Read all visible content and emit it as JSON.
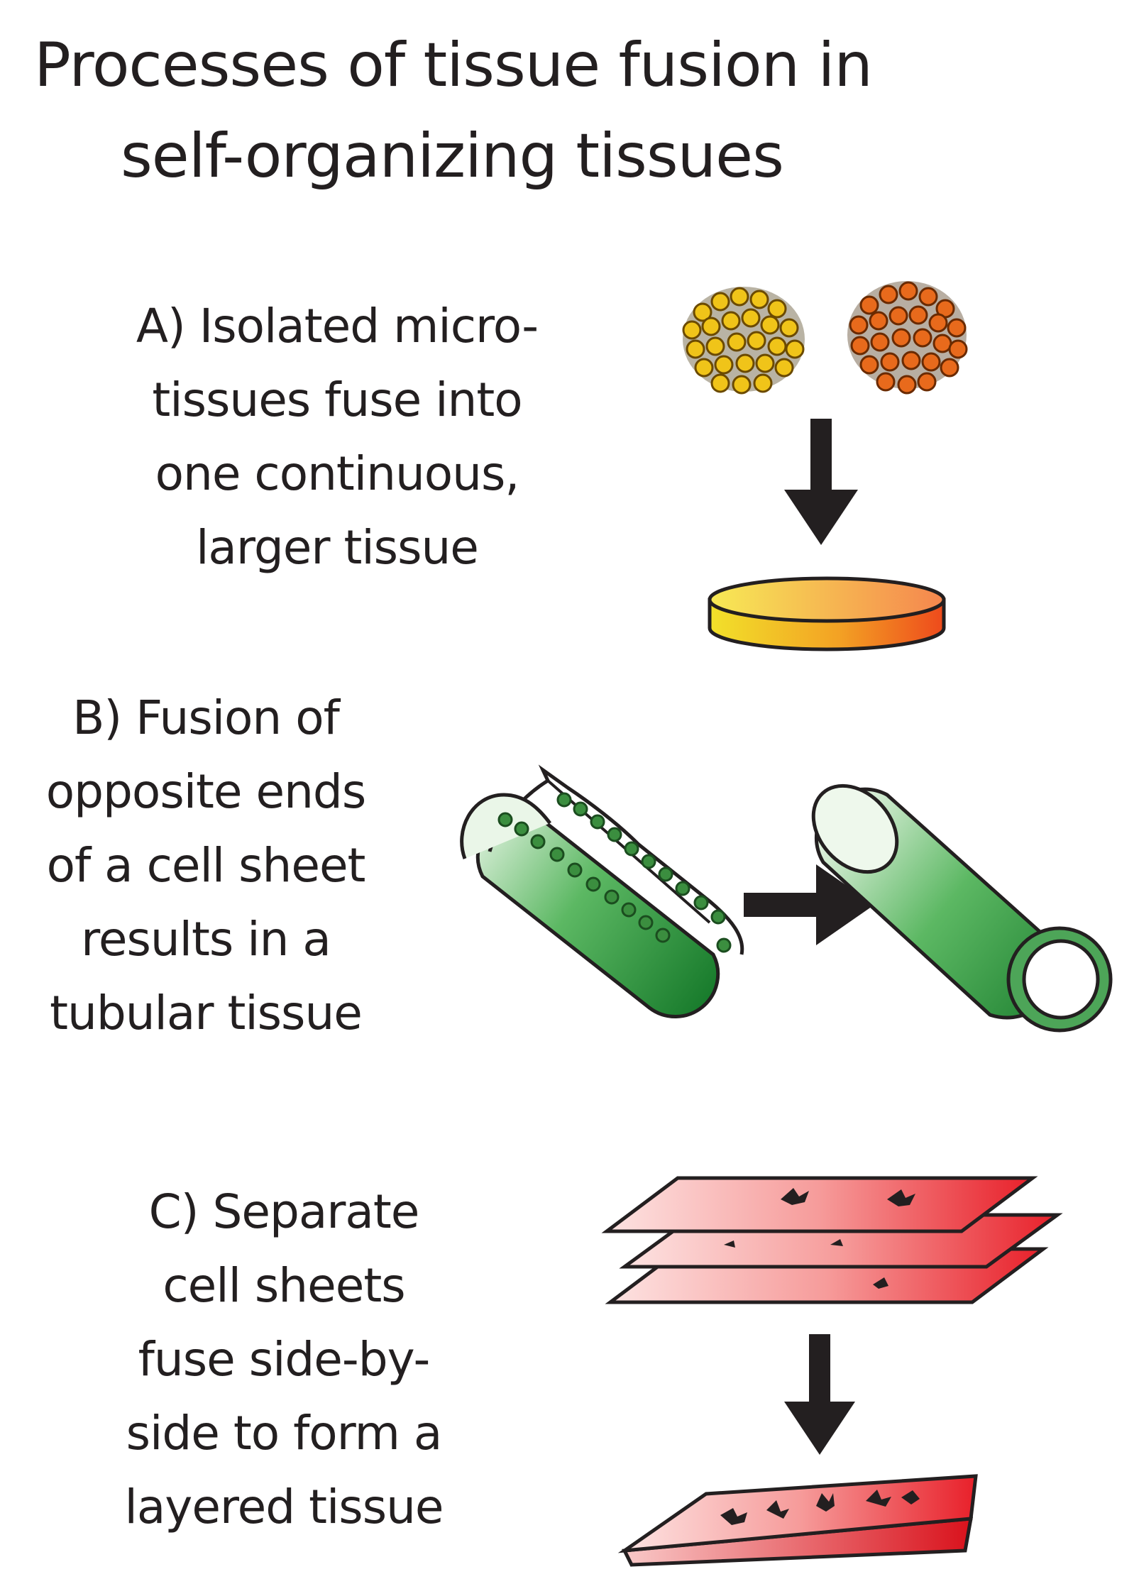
{
  "title": {
    "line1": "Processes of tissue fusion in",
    "line2": "self-organizing tissues"
  },
  "panels": [
    {
      "id": "A",
      "caption": [
        "A) Isolated micro-",
        "tissues fuse into",
        "one continuous,",
        "larger tissue"
      ],
      "colors": {
        "left_spheroid": "#e6b800",
        "right_spheroid": "#e0601a",
        "fused_disc_left": "#f2e12a",
        "fused_disc_right": "#ee4a1c"
      }
    },
    {
      "id": "B",
      "caption": [
        "B) Fusion of",
        "opposite ends",
        "of a cell sheet",
        "results in a",
        "tubular tissue"
      ],
      "colors": {
        "sheet": "#3aa145",
        "sheet_highlight": "#e3f3e2"
      }
    },
    {
      "id": "C",
      "caption": [
        "C) Separate",
        "cell sheets",
        "fuse side-by-",
        "side to form a",
        "layered tissue"
      ],
      "colors": {
        "sheet_light": "#fbd7d6",
        "sheet_dark": "#e8202a"
      }
    }
  ],
  "icons": [
    "arrow-down-icon",
    "arrow-right-icon",
    "cell-icon"
  ]
}
